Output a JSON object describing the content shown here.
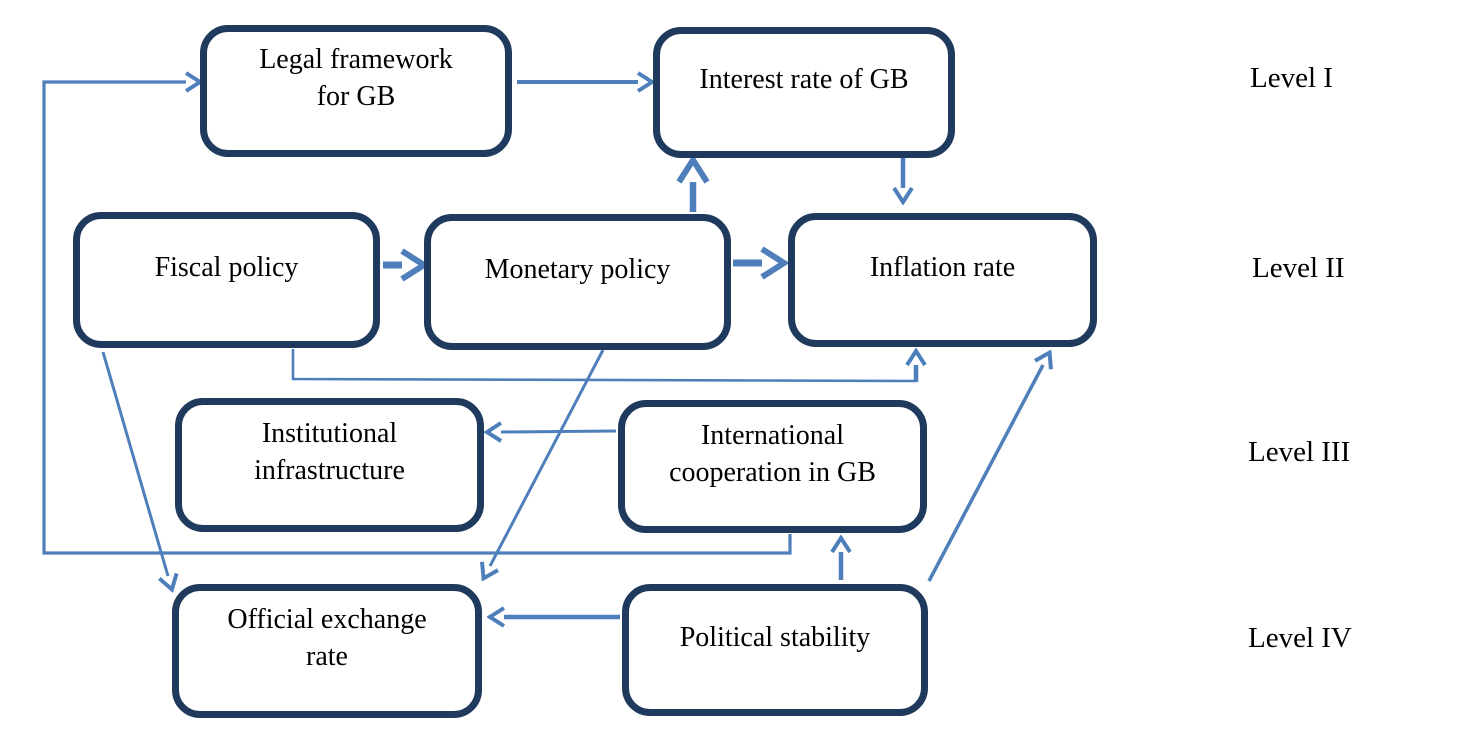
{
  "nodes": [
    {
      "id": "legal-framework",
      "label": "Legal framework\nfor GB",
      "level": "I"
    },
    {
      "id": "interest-rate-gb",
      "label": "Interest rate of GB",
      "level": "I"
    },
    {
      "id": "fiscal-policy",
      "label": "Fiscal policy",
      "level": "II"
    },
    {
      "id": "monetary-policy",
      "label": "Monetary policy",
      "level": "II"
    },
    {
      "id": "inflation-rate",
      "label": "Inflation rate",
      "level": "II"
    },
    {
      "id": "institutional-infrastructure",
      "label": "Institutional\ninfrastructure",
      "level": "III"
    },
    {
      "id": "international-cooperation-gb",
      "label": "International\ncooperation in GB",
      "level": "III"
    },
    {
      "id": "official-exchange-rate",
      "label": "Official exchange\nrate",
      "level": "IV"
    },
    {
      "id": "political-stability",
      "label": "Political stability",
      "level": "IV"
    }
  ],
  "levels": [
    {
      "label": "Level I"
    },
    {
      "label": "Level II"
    },
    {
      "label": "Level III"
    },
    {
      "label": "Level IV"
    }
  ],
  "edges": [
    {
      "from": "international-cooperation-gb",
      "to": "legal-framework"
    },
    {
      "from": "legal-framework",
      "to": "interest-rate-gb"
    },
    {
      "from": "monetary-policy",
      "to": "interest-rate-gb"
    },
    {
      "from": "interest-rate-gb",
      "to": "inflation-rate"
    },
    {
      "from": "fiscal-policy",
      "to": "monetary-policy"
    },
    {
      "from": "monetary-policy",
      "to": "inflation-rate"
    },
    {
      "from": "fiscal-policy",
      "to": "inflation-rate"
    },
    {
      "from": "international-cooperation-gb",
      "to": "institutional-infrastructure"
    },
    {
      "from": "monetary-policy",
      "to": "official-exchange-rate"
    },
    {
      "from": "fiscal-policy",
      "to": "official-exchange-rate"
    },
    {
      "from": "political-stability",
      "to": "official-exchange-rate"
    },
    {
      "from": "political-stability",
      "to": "international-cooperation-gb"
    },
    {
      "from": "political-stability",
      "to": "inflation-rate"
    }
  ],
  "colors": {
    "box_border": "#1f3a5c",
    "arrow": "#4e7fba",
    "text": "#000000",
    "background": "#ffffff"
  }
}
